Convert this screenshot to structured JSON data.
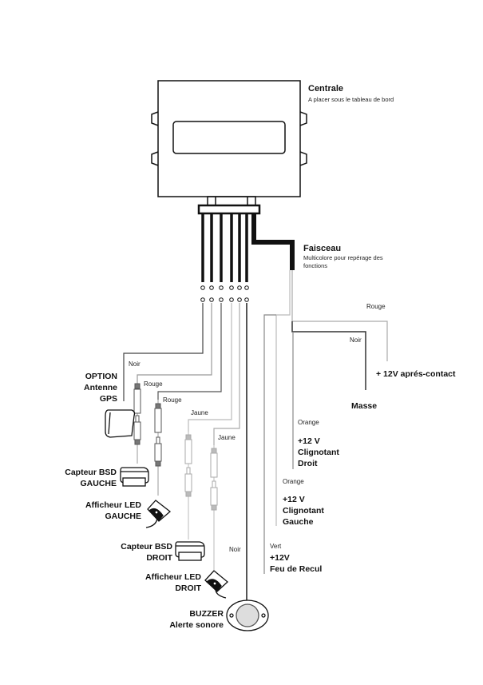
{
  "centrale": {
    "title": "Centrale",
    "subtitle": "A placer sous le tableau de bord"
  },
  "faisceau": {
    "title": "Faisceau",
    "subtitle_line1": "Multicolore pour repérage des",
    "subtitle_line2": "fonctions"
  },
  "right_wires": [
    {
      "color_label": "Rouge",
      "function_lines": [
        "+ 12V aprés-contact"
      ]
    },
    {
      "color_label": "Noir",
      "function_lines": [
        "Masse"
      ]
    },
    {
      "color_label": "Orange",
      "function_lines": [
        "+12 V",
        "Clignotant",
        "Droit"
      ]
    },
    {
      "color_label": "Orange",
      "function_lines": [
        "+12 V",
        "Clignotant",
        "Gauche"
      ]
    },
    {
      "color_label": "Vert",
      "function_lines": [
        "+12V",
        "Feu de Recul"
      ]
    }
  ],
  "left_wires": [
    {
      "color_label": "Noir"
    },
    {
      "color_label": "Rouge"
    },
    {
      "color_label": "Rouge"
    },
    {
      "color_label": "Jaune"
    },
    {
      "color_label": "Jaune"
    },
    {
      "color_label": "Noir"
    }
  ],
  "devices": {
    "gps": {
      "lines": [
        "OPTION",
        "Antenne",
        "GPS"
      ]
    },
    "bsd_left": {
      "lines": [
        "Capteur BSD",
        "GAUCHE"
      ]
    },
    "led_left": {
      "lines": [
        "Afficheur LED",
        "GAUCHE"
      ]
    },
    "bsd_right": {
      "lines": [
        "Capteur BSD",
        "DROIT"
      ]
    },
    "led_right": {
      "lines": [
        "Afficheur LED",
        "DROIT"
      ]
    },
    "buzzer": {
      "lines": [
        "BUZZER",
        "Alerte sonore"
      ]
    }
  }
}
